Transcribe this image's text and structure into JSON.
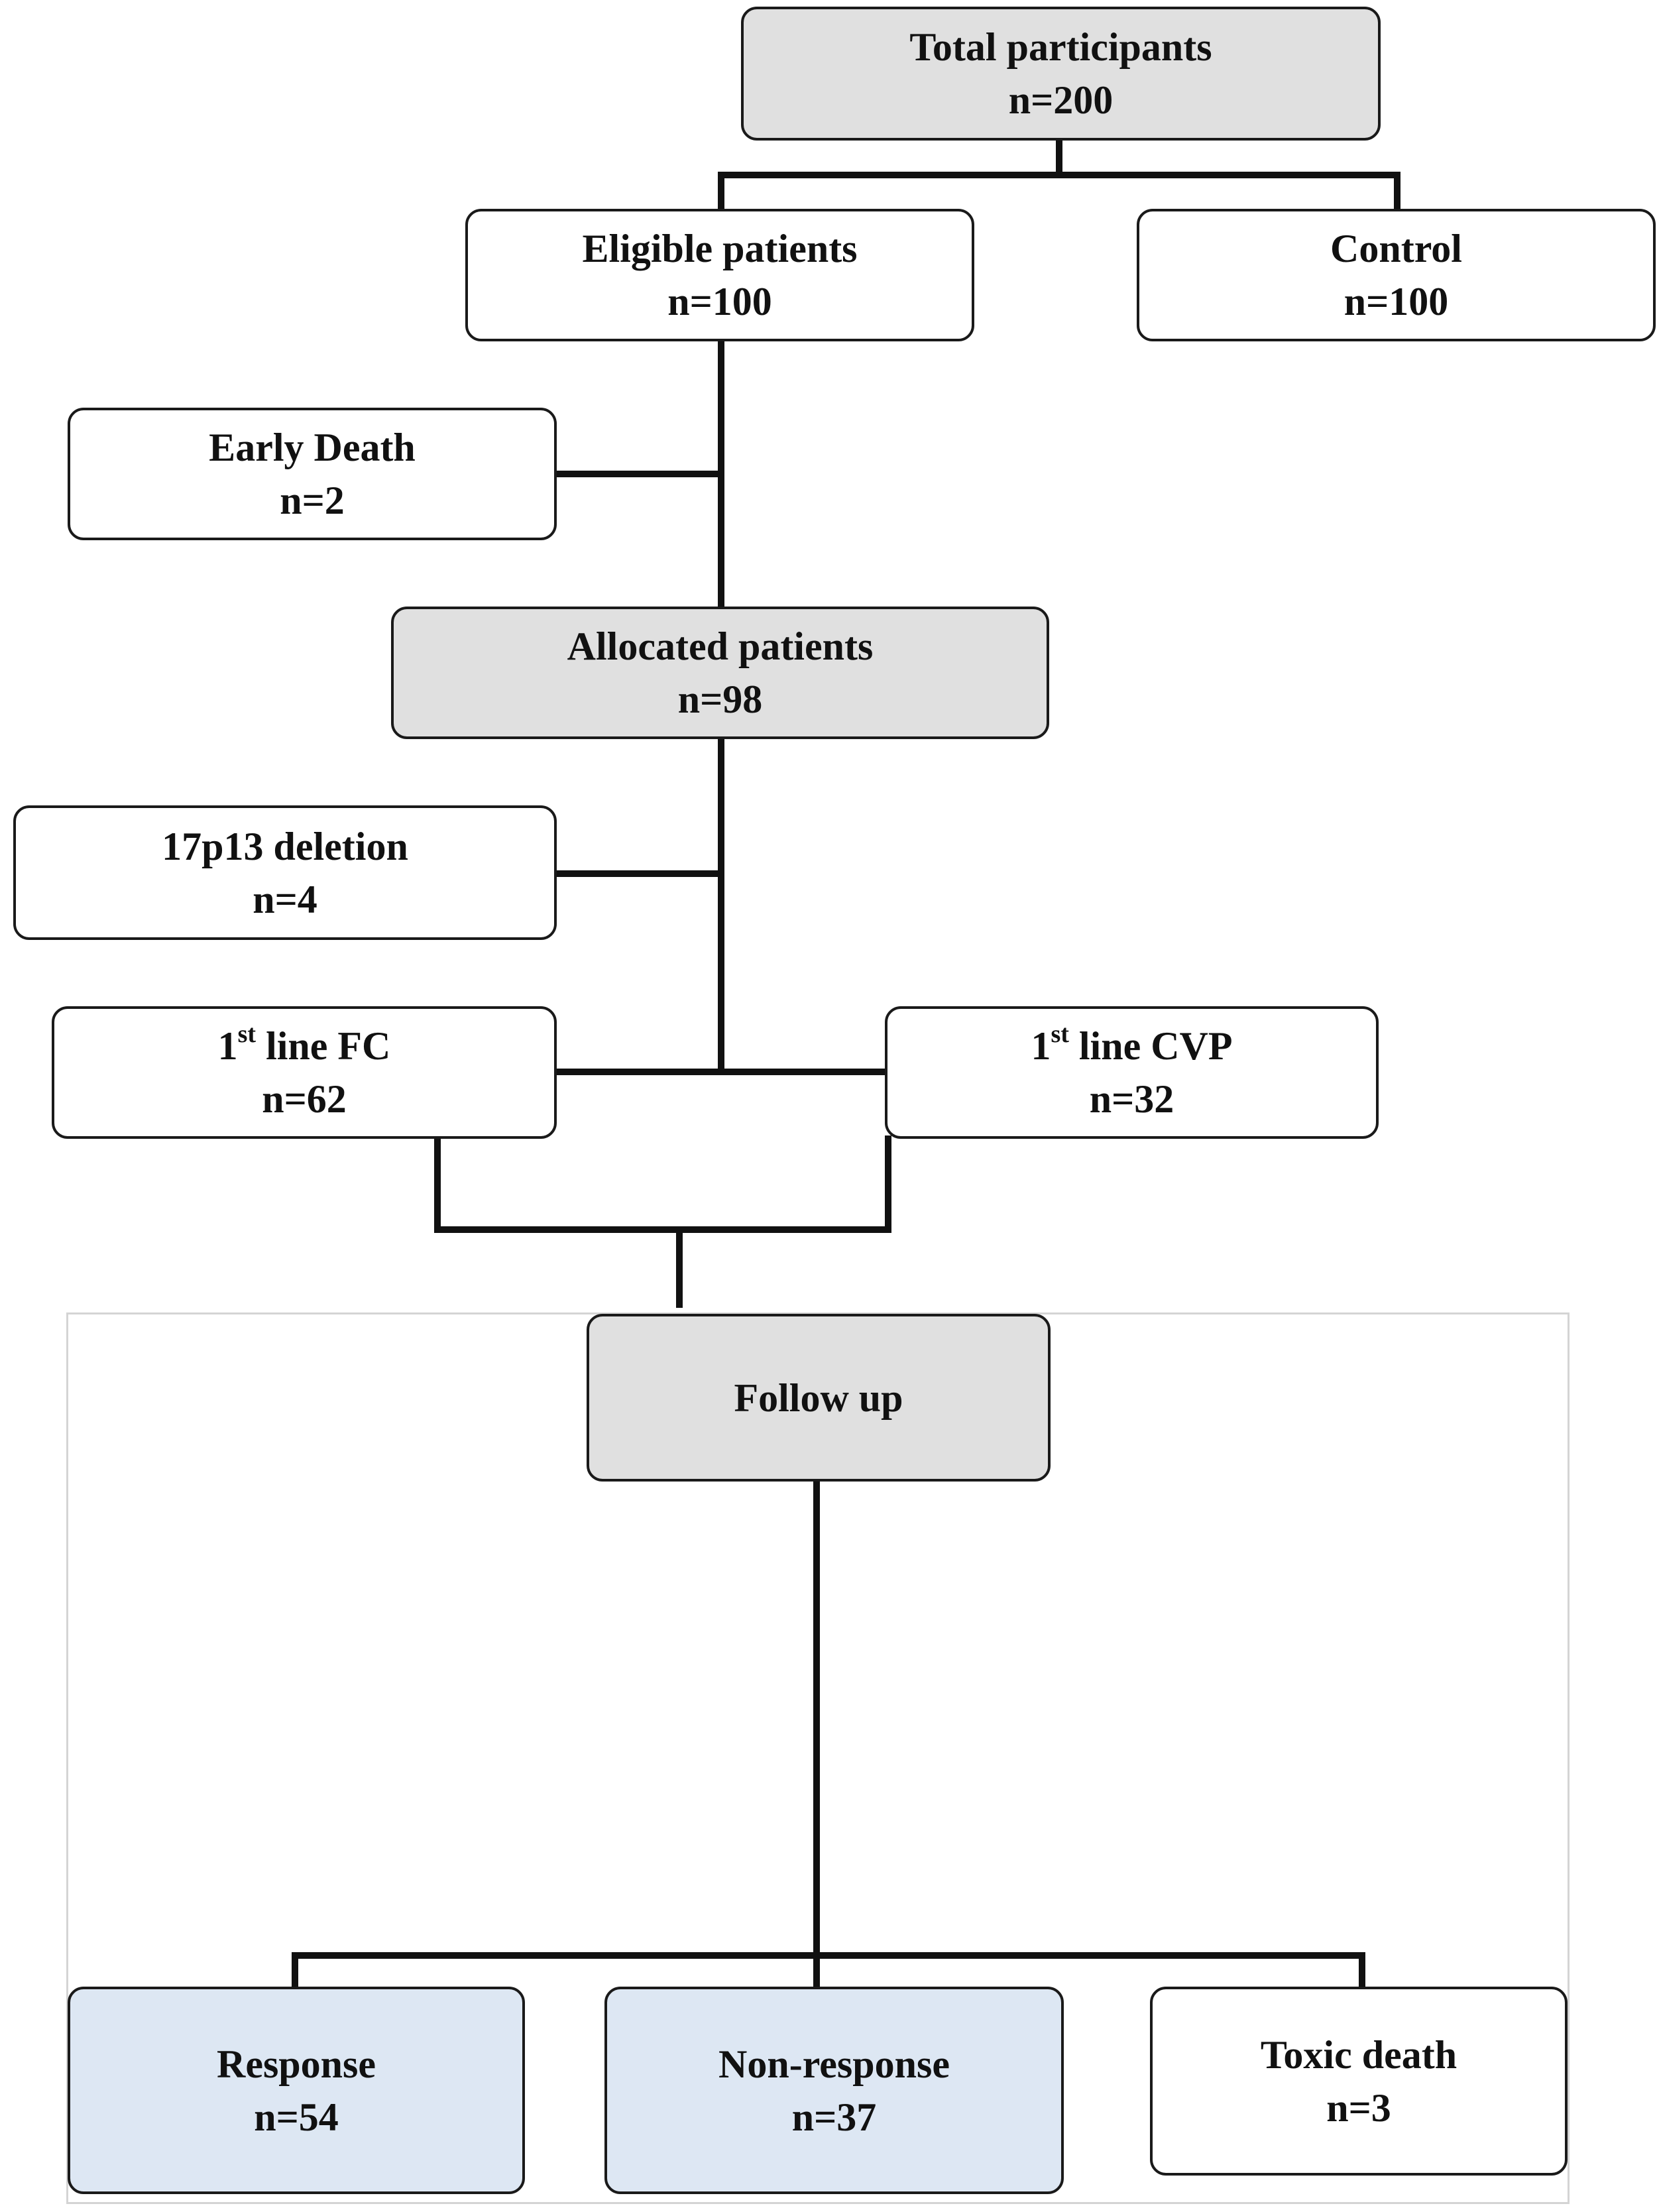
{
  "colors": {
    "highlight_fill": "#e0e0e0",
    "outcome_fill": "#dde7f3",
    "box_fill": "#ffffff",
    "line": "#111111"
  },
  "nodes": {
    "total": {
      "label": "Total participants",
      "n": "n=200"
    },
    "eligible": {
      "label": "Eligible patients",
      "n": "n=100"
    },
    "control": {
      "label": "Control",
      "n": "n=100"
    },
    "early_death": {
      "label": "Early Death",
      "n": "n=2"
    },
    "allocated": {
      "label": "Allocated patients",
      "n": "n=98"
    },
    "deletion": {
      "label": "17p13 deletion",
      "n": "n=4"
    },
    "fc": {
      "prefix": "1",
      "sup": "st",
      "label": " line FC",
      "n": "n=62"
    },
    "cvp": {
      "prefix": "1",
      "sup": "st",
      "label": " line CVP",
      "n": "n=32"
    },
    "follow_up": {
      "label": "Follow up"
    },
    "response": {
      "label": "Response",
      "n": "n=54"
    },
    "non_response": {
      "label": "Non-response",
      "n": "n=37"
    },
    "toxic_death": {
      "label": "Toxic death",
      "n": "n=3"
    }
  }
}
